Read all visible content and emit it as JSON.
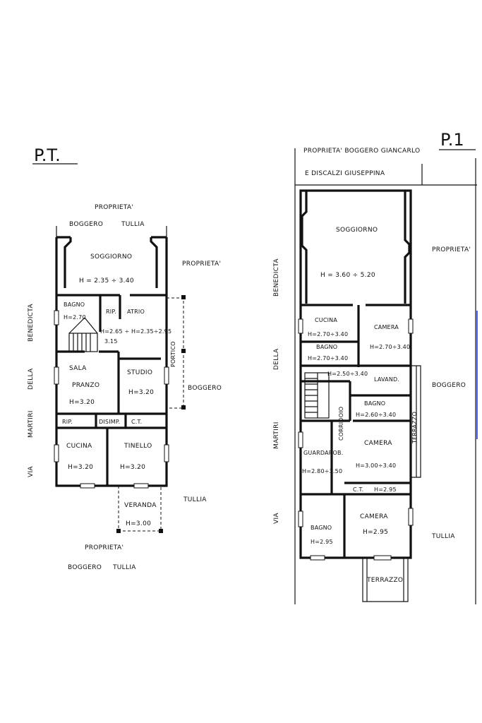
{
  "ground_floor": {
    "title": "P.T.",
    "neighbors": {
      "top_label": "PROPRIETA'",
      "top_name_1": "BOGGERO",
      "top_name_2": "TULLIA",
      "right_label": "PROPRIETA'",
      "right_name": "BOGGERO",
      "right_name_2": "TULLIA",
      "bottom_label": "PROPRIETA'",
      "bottom_name_1": "BOGGERO",
      "bottom_name_2": "TULLIA",
      "street_1": "VIA",
      "street_2": "MARTIRI",
      "street_3": "DELLA",
      "street_4": "BENEDICTA"
    },
    "rooms": {
      "soggiorno": "SOGGIORNO",
      "soggiorno_h": "H = 2.35 ÷ 3.40",
      "bagno": "BAGNO",
      "bagno_h": "H=2.70",
      "rip": "RIP.",
      "atrio": "ATRIO",
      "atrio_h1": "H=2.65 ÷",
      "atrio_h2": "3.15",
      "atrio_h3": "H=2.35÷2.95",
      "portico": "PORTICO",
      "sala": "SALA",
      "pranzo": "PRANZO",
      "pranzo_h": "H=3.20",
      "studio": "STUDIO",
      "studio_h": "H=3.20",
      "rip2": "RIP.",
      "disimp": "DISIMP.",
      "ct": "C.T.",
      "cucina": "CUCINA",
      "cucina_h": "H=3.20",
      "tinello": "TINELLO",
      "tinello_h": "H=3.20",
      "veranda": "VERANDA",
      "veranda_h": "H=3.00"
    }
  },
  "first_floor": {
    "title": "P.1",
    "owner_line_1": "PROPRIETA' BOGGERO GIANCARLO",
    "owner_line_2": "E DISCALZI GIUSEPPINA",
    "neighbors": {
      "right_label": "PROPRIETA'",
      "right_name": "BOGGERO",
      "right_name_2": "TULLIA",
      "street_1": "VIA",
      "street_2": "MARTIRI",
      "street_3": "DELLA",
      "street_4": "BENEDICTA"
    },
    "rooms": {
      "soggiorno": "SOGGIORNO",
      "soggiorno_h": "H = 3.60 ÷ 5.20",
      "cucina": "CUCINA",
      "cucina_h": "H=2.70÷3.40",
      "camera1": "CAMERA",
      "camera1_h": "H=2.70÷3.40",
      "bagno1": "BAGNO",
      "bagno1_h": "H=2.70÷3.40",
      "stair_h": "H=2.50÷3.40",
      "lavanderia": "LAVAND.",
      "bagno2": "BAGNO",
      "bagno2_h": "H=2.60÷3.40",
      "corridoio": "CORRIDOIO",
      "terrazzo_side": "TERRAZZO",
      "guardaroba": "GUARDAROB.",
      "guardaroba_h": "H=2.80÷3.50",
      "camera2": "CAMERA",
      "camera2_h": "H=3.00÷3.40",
      "ct": "C.T.",
      "ct_h": "H=2.95",
      "bagno3": "BAGNO",
      "bagno3_h": "H=2.95",
      "camera3": "CAMERA",
      "camera3_h": "H=2.95",
      "terrazzo": "TERRAZZO"
    }
  }
}
